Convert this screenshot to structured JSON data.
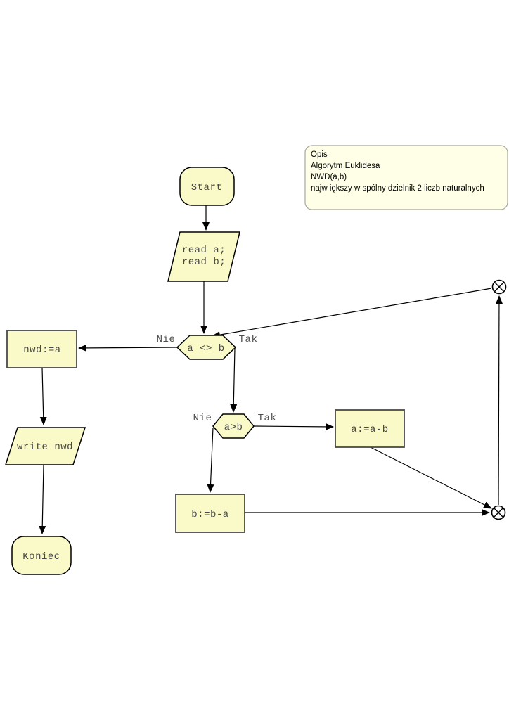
{
  "page": {
    "background": "#FFFFFF"
  },
  "colors": {
    "node_fill": "#FAFAC8",
    "node_stroke": "#000000",
    "process_stroke": "#4A4A4A",
    "note_fill": "#FFFFE8",
    "note_stroke": "#A8A89E",
    "edge": "#000000",
    "node_text": "#474747",
    "edge_label_text": "#4D4D4D",
    "note_text": "#000000",
    "connector_fill": "#FFFFFF"
  },
  "note": {
    "lines": [
      "Opis",
      "Algorytm Euklidesa",
      "NWD(a,b)",
      "najw iększy w spólny dzielnik 2 liczb naturalnych"
    ]
  },
  "nodes": {
    "start": {
      "label": "Start"
    },
    "read_input": {
      "line1": "read a;",
      "line2": "read b;"
    },
    "loop_condition": {
      "label": "a <> b"
    },
    "assign_nwd": {
      "label": "nwd:=a"
    },
    "write_output": {
      "label": "write nwd"
    },
    "end": {
      "label": "Koniec"
    },
    "compare_condition": {
      "label": "a>b"
    },
    "assign_a": {
      "label": "a:=a-b"
    },
    "assign_b": {
      "label": "b:=b-a"
    }
  },
  "edge_labels": {
    "loop_no": "Nie",
    "loop_yes": "Tak",
    "compare_no": "Nie",
    "compare_yes": "Tak"
  }
}
